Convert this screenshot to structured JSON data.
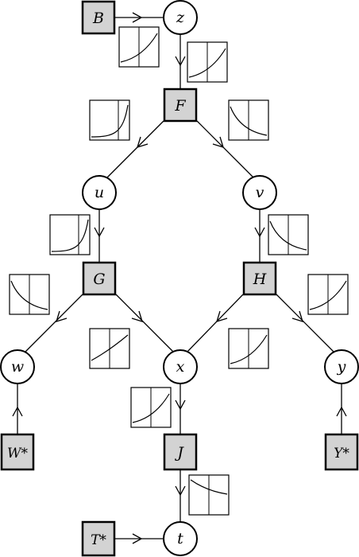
{
  "nodes": {
    "B": "B",
    "z": "z",
    "F": "F",
    "u": "u",
    "v": "v",
    "G": "G",
    "H": "H",
    "w": "w",
    "x": "x",
    "y": "y",
    "W": "W*",
    "Y": "Y*",
    "J": "J",
    "T": "T*",
    "t": "t"
  },
  "icons": {
    "plot": "mini-plot-icon"
  }
}
